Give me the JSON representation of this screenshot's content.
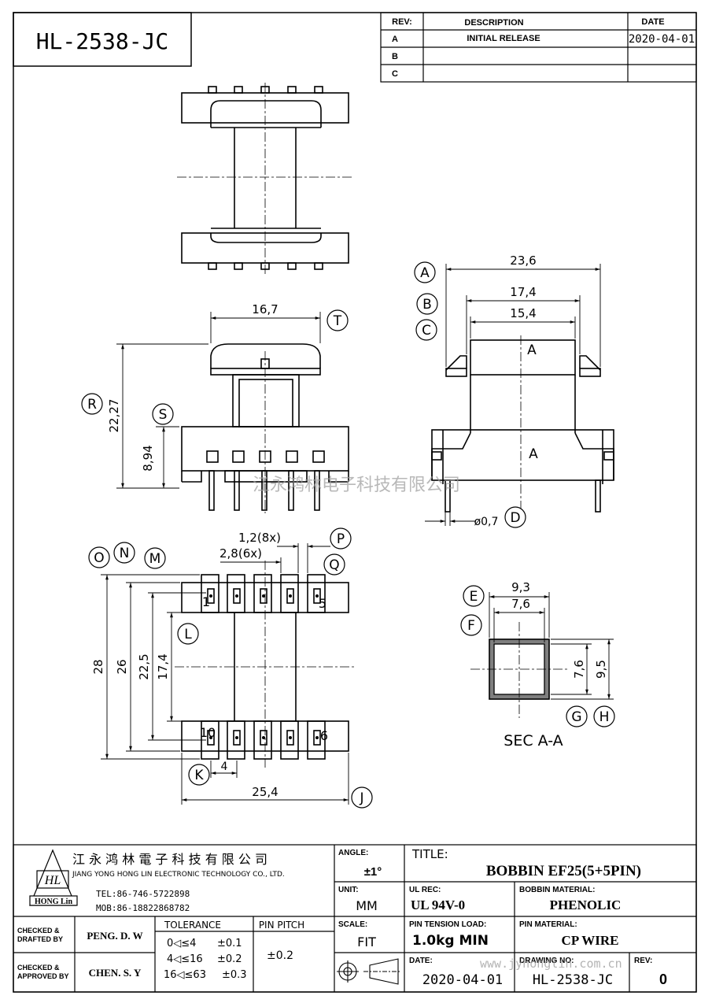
{
  "part_number": "HL-2538-JC",
  "revision_table": {
    "headers": {
      "rev": "REV:",
      "description": "DESCRIPTION",
      "date": "DATE"
    },
    "rows": [
      {
        "rev": "A",
        "description": "INITIAL RELEASE",
        "date": "2020-04-01"
      },
      {
        "rev": "B",
        "description": "",
        "date": ""
      },
      {
        "rev": "C",
        "description": "",
        "date": ""
      }
    ]
  },
  "dimensions": {
    "top_view": {
      "T": "16,7",
      "R": "22,27",
      "S": "8,94"
    },
    "side_view": {
      "A": "23,6",
      "B": "17,4",
      "C": "15,4",
      "D": "ø0,7",
      "section_label": "A"
    },
    "bottom_view": {
      "P": "1,2(8x)",
      "Q": "2,8(6x)",
      "overall": "28",
      "N": "26",
      "M": "22,5",
      "L": "17,4",
      "K": "4",
      "J": "25,4",
      "pin_1": "1",
      "pin_5": "5",
      "pin_6": "6",
      "pin_10": "10"
    },
    "section": {
      "E": "9,3",
      "F": "7,6",
      "inner_h": "7,6",
      "outer_h": "9,5",
      "caption": "SEC A-A"
    }
  },
  "callouts": [
    "A",
    "B",
    "C",
    "D",
    "E",
    "F",
    "G",
    "H",
    "J",
    "K",
    "L",
    "M",
    "N",
    "O",
    "P",
    "Q",
    "R",
    "S",
    "T"
  ],
  "watermark": "江永鸿林电子科技有限公司",
  "title_block": {
    "company_cn": "江 永 鸿 林 電 子 科 技 有 限 公 司",
    "company_en": "JIANG YONG HONG LIN ELECTRONIC TECHNOLOGY CO., LTD.",
    "logo_text": "HONG Lin",
    "tel": "TEL:86-746-5722898",
    "mob": "MOB:86-18822868782",
    "angle_label": "ANGLE:",
    "angle_value": "±1°",
    "title_label": "TITLE:",
    "title_value": "BOBBIN   EF25(5+5PIN)",
    "unit_label": "UNIT:",
    "unit_value": "MM",
    "ul_label": "UL REC:",
    "ul_value": "UL 94V-0",
    "bobbin_material_label": "BOBBIN MATERIAL:",
    "bobbin_material_value": "PHENOLIC",
    "scale_label": "SCALE:",
    "scale_value": "FIT",
    "pin_tension_label": "PIN TENSION LOAD:",
    "pin_tension_value": "1.0kg MIN",
    "pin_material_label": "PIN MATERIAL:",
    "pin_material_value": "CP    WIRE",
    "date_label": "DATE:",
    "date_value": "2020-04-01",
    "drawing_no_label": "DRAWING NO:",
    "drawing_no_value": "HL-2538-JC",
    "rev_label": "REV:",
    "rev_value": "0",
    "checked_drafted_label": "CHECKED & DRAFTED BY",
    "checked_drafted_value": "PENG. D. W",
    "checked_approved_label": "CHECKED & APPROVED BY",
    "checked_approved_value": "CHEN. S. Y",
    "tolerance_label": "TOLERANCE",
    "tolerance_rows": [
      {
        "range": "0◁≤4",
        "tol": "±0.1"
      },
      {
        "range": "4◁≤16",
        "tol": "±0.2"
      },
      {
        "range": "16◁≤63",
        "tol": "±0.3"
      }
    ],
    "pin_pitch_label": "PIN PITCH",
    "pin_pitch_value": "±0.2",
    "website": "www.jyhonglin.com.cn"
  }
}
